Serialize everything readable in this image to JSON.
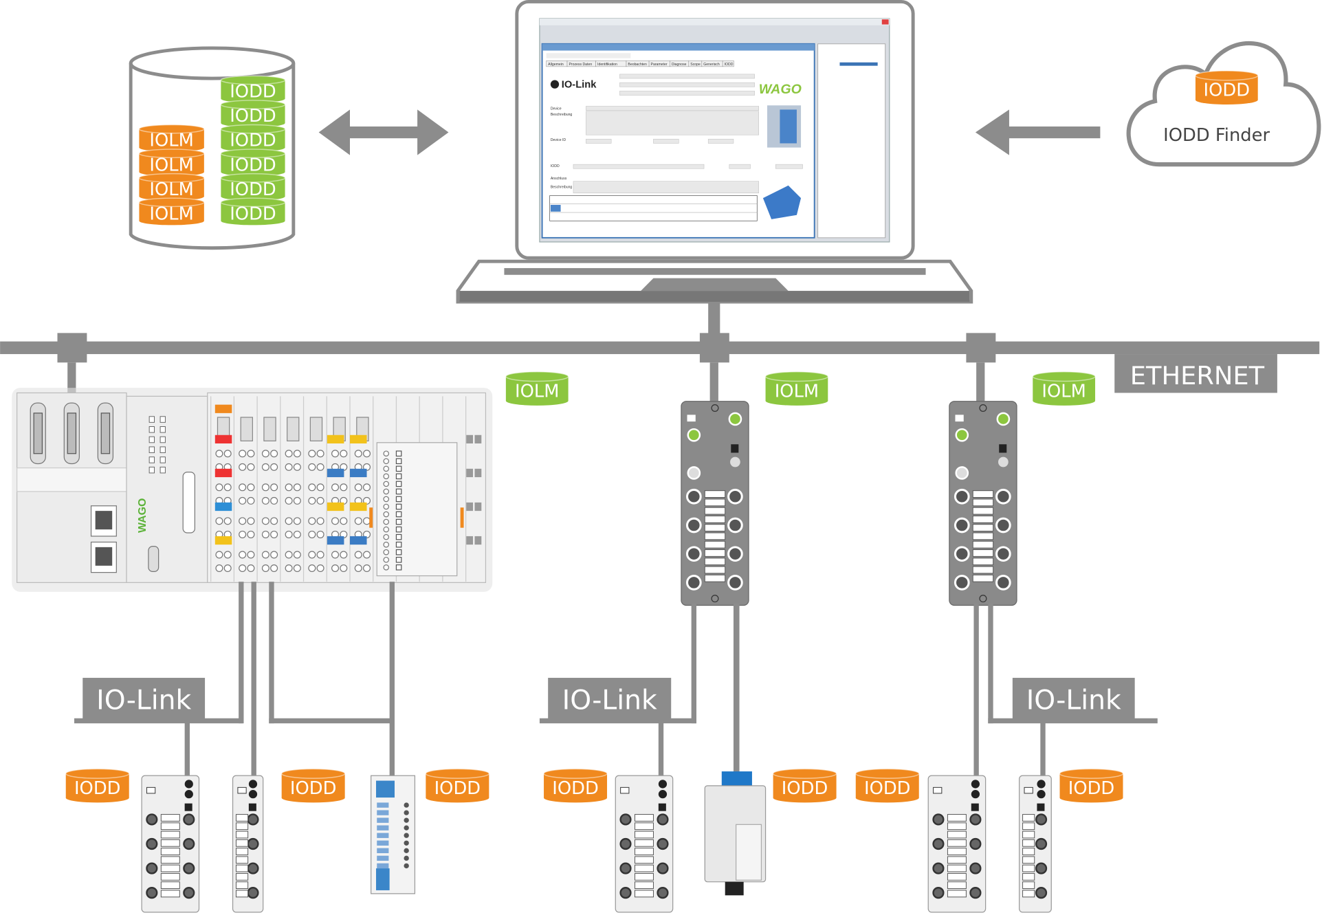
{
  "database": {
    "iolm_items": [
      "IOLM",
      "IOLM",
      "IOLM",
      "IOLM"
    ],
    "iodd_items": [
      "IODD",
      "IODD",
      "IODD",
      "IODD",
      "IODD",
      "IODD"
    ]
  },
  "cloud": {
    "cylinder_label": "IODD",
    "title": "IODD Finder"
  },
  "network": {
    "label": "ETHERNET"
  },
  "masters": {
    "labels": [
      "IOLM",
      "IOLM",
      "IOLM"
    ]
  },
  "io_link_labels": [
    "IO-Link",
    "IO-Link",
    "IO-Link"
  ],
  "device_labels": [
    "IODD",
    "IODD",
    "IODD",
    "IODD",
    "IODD",
    "IODD",
    "IODD"
  ],
  "laptop_screen": {
    "logo_text": "IO-Link",
    "brand": "WAGO",
    "tabs": [
      "Allgemein",
      "Prozess Daten",
      "Identifikation",
      "Beobachten",
      "Parameter",
      "Diagnose",
      "Scope",
      "Generisch",
      "IODD"
    ],
    "field_labels": [
      "Device",
      "Beschreibung",
      "Device ID",
      "IODD",
      "Anschluss",
      "Beschreibung"
    ]
  },
  "colors": {
    "orange": "#f0891e",
    "green": "#8cc63f",
    "gray": "#8c8c8c",
    "dark_gray": "#777777"
  }
}
